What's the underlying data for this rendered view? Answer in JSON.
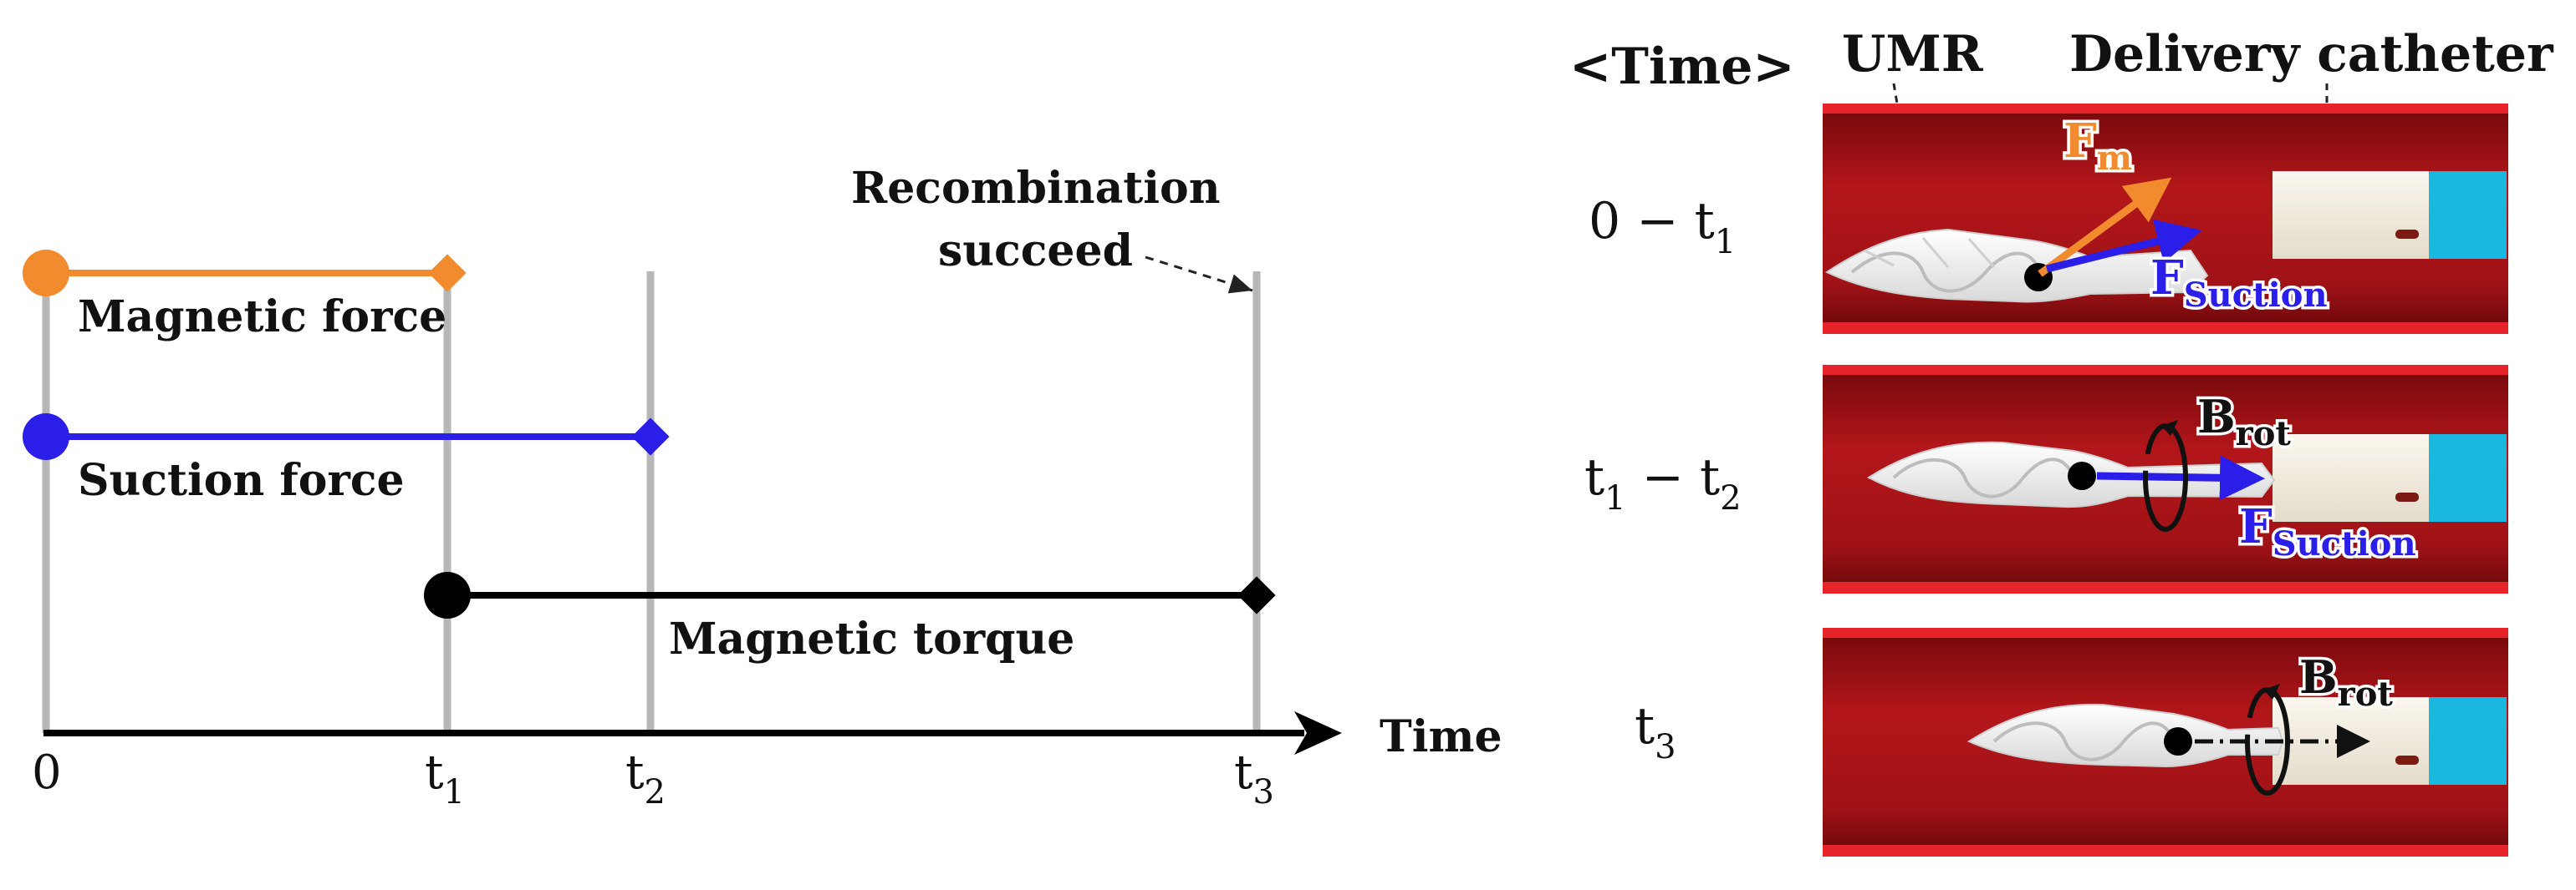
{
  "timeline": {
    "axis_label": "Time",
    "ticks": [
      {
        "main": "0",
        "sub": ""
      },
      {
        "main": "t",
        "sub": "1"
      },
      {
        "main": "t",
        "sub": "2"
      },
      {
        "main": "t",
        "sub": "3"
      }
    ],
    "bars": [
      {
        "label": "Magnetic force",
        "color": "#f28a2e"
      },
      {
        "label": "Suction force",
        "color": "#2b1ee8"
      },
      {
        "label": "Magnetic torque",
        "color": "#000000"
      }
    ],
    "annotation": {
      "line1": "Recombination",
      "line2": "succeed"
    }
  },
  "panels": {
    "time_header": "<Time>",
    "umr_label": "UMR",
    "catheter_label": "Delivery catheter",
    "rows": [
      {
        "a": "0",
        "a_sub": "",
        "dash": " − ",
        "b": "t",
        "b_sub": "1"
      },
      {
        "a": "t",
        "a_sub": "1",
        "dash": " − ",
        "b": "t",
        "b_sub": "2"
      },
      {
        "a": "t",
        "a_sub": "3",
        "dash": "",
        "b": "",
        "b_sub": ""
      }
    ],
    "forces": {
      "fm": "F",
      "fm_sub": "m",
      "fs": "F",
      "fs_sub": "Suction",
      "brot": "B",
      "brot_sub": "rot"
    }
  },
  "colors": {
    "magnetic_force": "#f28a2e",
    "suction_force": "#2b1ee8",
    "torque": "#000000",
    "vessel": "#b3161a",
    "catheter_tip": "#1ab8e0",
    "catheter_body": "#f3ede0"
  }
}
